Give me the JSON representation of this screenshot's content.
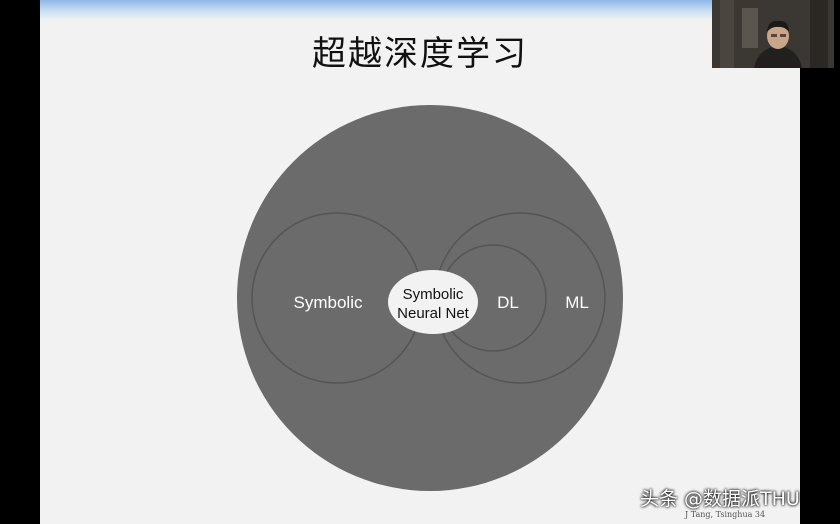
{
  "slide": {
    "title": "超越深度学习",
    "footer": "J Tang, Tsinghua    34"
  },
  "diagram": {
    "labels": {
      "symbolic": "Symbolic",
      "dl": "DL",
      "ml": "ML",
      "core_line1": "Symbolic",
      "core_line2": "Neural Net"
    },
    "colors": {
      "outer_circle": "#6b6b6b",
      "circle_stroke": "#555555",
      "core_fill": "#f2f2f2"
    }
  },
  "overlay": {
    "watermark": "头条 @数据派THU"
  }
}
